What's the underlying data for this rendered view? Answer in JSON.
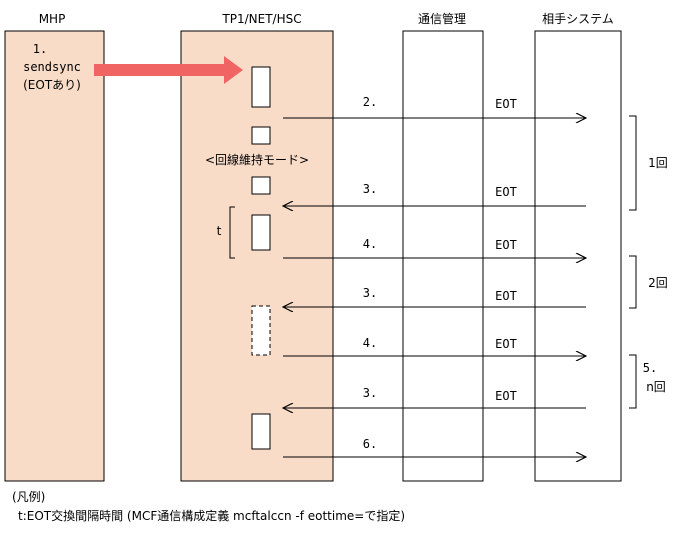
{
  "columns": {
    "mhp": "MHP",
    "tp1": "TP1/NET/HSC",
    "comm": "通信管理",
    "remote": "相手システム"
  },
  "mhp_call": {
    "step": "1.",
    "name": "sendsync",
    "note": "(EOTあり)"
  },
  "line_hold_mode": "<回線維持モード>",
  "t_label": "t",
  "messages": [
    {
      "step": "2.",
      "label": "EOT",
      "direction": "right"
    },
    {
      "step": "3.",
      "label": "EOT",
      "direction": "left"
    },
    {
      "step": "4.",
      "label": "EOT",
      "direction": "right"
    },
    {
      "step": "3.",
      "label": "EOT",
      "direction": "left"
    },
    {
      "step": "4.",
      "label": "EOT",
      "direction": "right"
    },
    {
      "step": "3.",
      "label": "EOT",
      "direction": "left"
    },
    {
      "step": "6.",
      "label": "",
      "direction": "right"
    }
  ],
  "repeat_brackets": [
    {
      "label": "1回"
    },
    {
      "label": "2回"
    },
    {
      "step": "5.",
      "label": "n回"
    }
  ],
  "legend": {
    "title": "(凡例)",
    "body": "t:EOT交換間隔時間 (MCF通信構成定義 mcftalccn -f eottime=で指定)"
  },
  "colors": {
    "lane_fill": "#f8dcc8",
    "arrow_red": "#f06464",
    "line": "#000000"
  }
}
